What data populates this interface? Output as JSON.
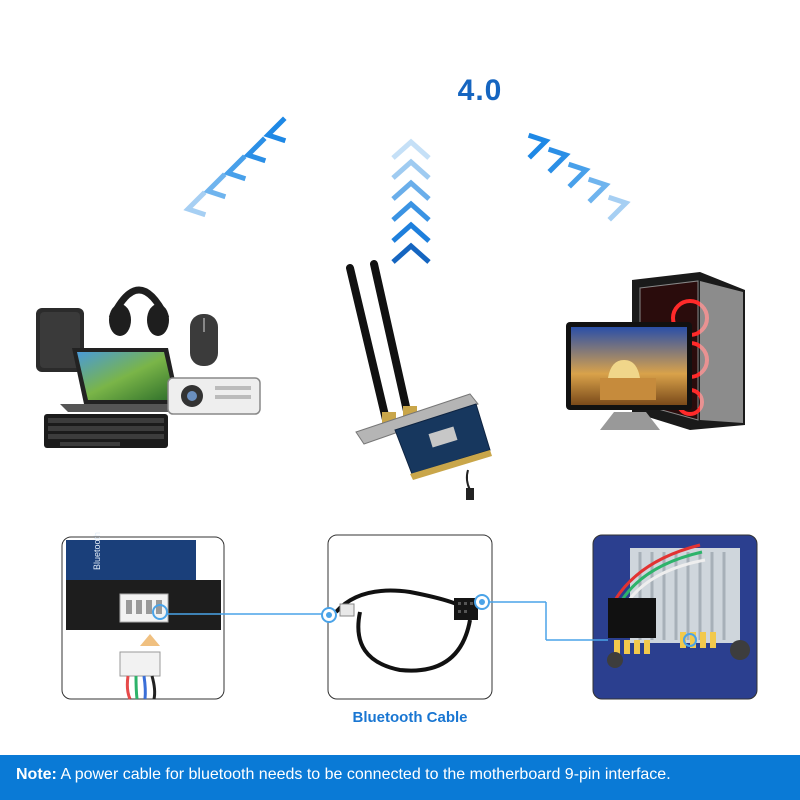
{
  "header": {
    "version_label": "4.0"
  },
  "diagram": {
    "cable_label": "Bluetooth Cable"
  },
  "note": {
    "label": "Note:",
    "text": " A power cable for bluetooth needs to be connected to the motherboard 9-pin interface."
  },
  "colors": {
    "accent": "#1976d2",
    "note_bar": "#0a7ad6"
  }
}
